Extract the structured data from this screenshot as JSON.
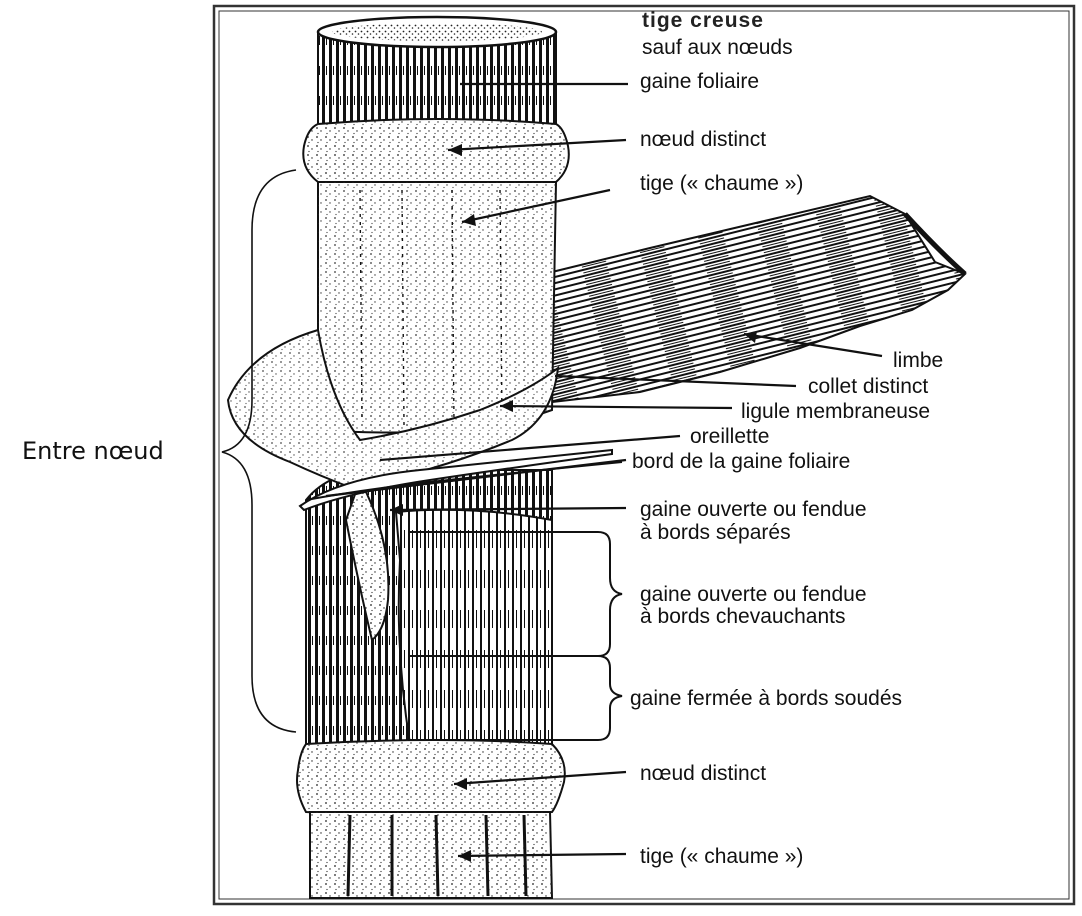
{
  "diagram": {
    "side_label": "Entre nœud",
    "labels": {
      "header": "tige creuse",
      "header_sub": "sauf aux nœuds",
      "gaine_foliaire": "gaine foliaire",
      "noeud_top": "nœud distinct",
      "tige_top": "tige (« chaume »)",
      "limbe": "limbe",
      "collet": "collet distinct",
      "ligule": "ligule membraneuse",
      "oreillette": "oreillette",
      "bord_gaine": "bord de la gaine foliaire",
      "ouverte_sep_1": "gaine ouverte ou fendue",
      "ouverte_sep_2": "à bords séparés",
      "ouverte_chev_1": "gaine ouverte ou fendue",
      "ouverte_chev_2": "à bords chevauchants",
      "fermee": "gaine fermée à bords soudés",
      "noeud_bottom": "nœud distinct",
      "tige_bottom": "tige (« chaume »)"
    }
  }
}
